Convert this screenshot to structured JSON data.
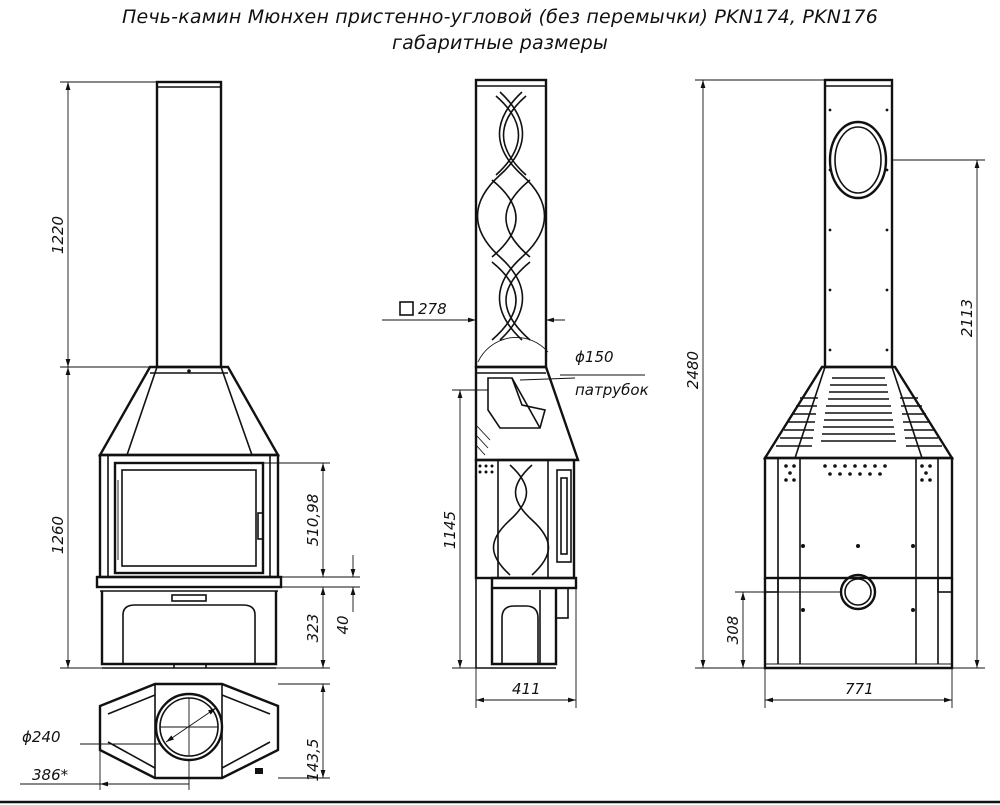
{
  "title": {
    "line1": "Печь-камин Мюнхен пристенно-угловой (без перемычки) PKN174, PKN176",
    "line2": "габаритные размеры"
  },
  "front_view": {
    "dim_chimney": "1220",
    "dim_body": "1260",
    "dim_door": "510,98",
    "dim_base": "323",
    "dim_ledge": "40"
  },
  "side_view": {
    "dim_square": "278",
    "dim_outlet": "ϕ150",
    "outlet_label": "патрубок",
    "dim_height": "1145",
    "dim_depth": "411"
  },
  "back_view": {
    "dim_total": "2480",
    "dim_outlet_height": "2113",
    "dim_low_outlet": "308",
    "dim_width": "771"
  },
  "top_view": {
    "dim_flue": "ϕ240",
    "dim_offset": "386*",
    "dim_depth": "143,5"
  }
}
